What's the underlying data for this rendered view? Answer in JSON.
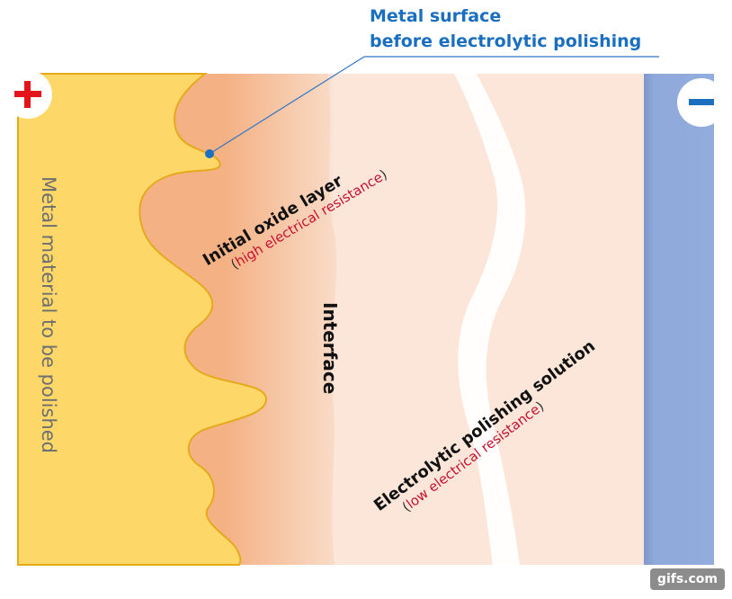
{
  "callout": {
    "line1": "Metal surface",
    "line2": "before electrolytic polishing"
  },
  "anode": {
    "symbol": "+",
    "color": "#e4141b",
    "icon": "plus-sign-icon"
  },
  "cathode": {
    "symbol": "−",
    "color": "#1a6fc0",
    "icon": "minus-sign-icon"
  },
  "regions": {
    "metal": {
      "label": "Metal material to be polished",
      "color": "#fdd868"
    },
    "oxide": {
      "label": "Initial oxide layer",
      "note": "high electrical resistance",
      "color": "#f4b184"
    },
    "interface": {
      "label": "Interface"
    },
    "solution": {
      "label": "Electrolytic polishing solution",
      "note": "low electrical resistance",
      "color": "#fae3d5"
    },
    "cathode_plate": {
      "color": "#8fa9db"
    }
  },
  "watermark": "gifs.com"
}
